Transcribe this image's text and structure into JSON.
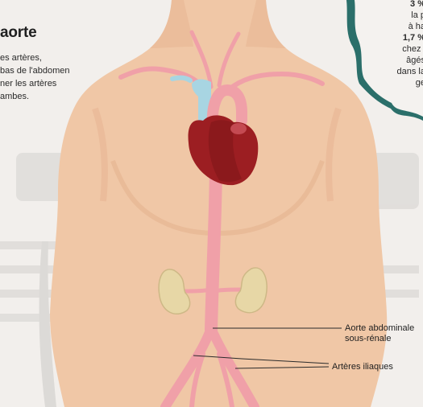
{
  "heading": {
    "title": "aorte",
    "lines": [
      "es artères,",
      "bas de l'abdomen",
      "ner les artères",
      "ambes."
    ]
  },
  "side_note": {
    "lines": [
      "3 %",
      "la p",
      "à ha",
      "1,7 %",
      "chez l",
      "âgés",
      "dans la",
      "ge"
    ],
    "bold_lines": [
      0,
      3
    ]
  },
  "illustration": {
    "label_abdominal_line1": "Aorte abdominale",
    "label_abdominal_line2": "sous-rénale",
    "label_iliac": "Artères iliaques",
    "colors": {
      "skin": "#f0c7a6",
      "heart": "#9c1e22",
      "aorta": "#f0a0a8",
      "vein": "#a8d5e2",
      "kidney": "#e7d7a6",
      "map_teal": "#2b6f6a"
    }
  }
}
